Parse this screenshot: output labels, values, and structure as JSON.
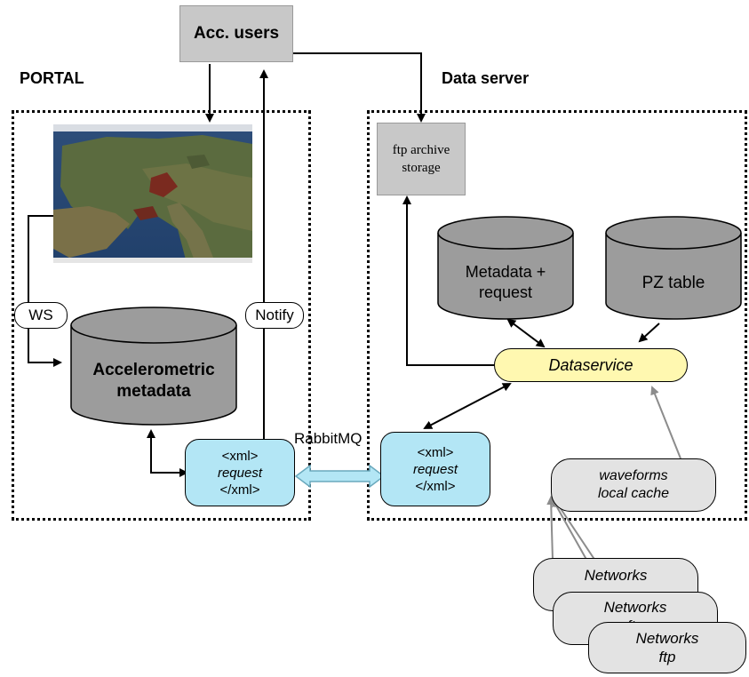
{
  "portal": {
    "title": "PORTAL"
  },
  "data_server": {
    "title": "Data server"
  },
  "acc_users": {
    "label": "Acc. users"
  },
  "ftp_archive": {
    "line1": "ftp archive",
    "line2": "storage"
  },
  "metadata_request": {
    "line1": "Metadata +",
    "line2": "request"
  },
  "pz_table": {
    "label": "PZ table"
  },
  "dataservice": {
    "label": "Dataservice"
  },
  "ws": {
    "label": "WS"
  },
  "notify": {
    "label": "Notify"
  },
  "accelerometric": {
    "line1": "Accelerometric",
    "line2": "metadata"
  },
  "rabbitmq": {
    "label": "RabbitMQ"
  },
  "xml_request_left": {
    "open": "<xml>",
    "mid": "request",
    "close": "</xml>"
  },
  "xml_request_right": {
    "open": "<xml>",
    "mid": "request",
    "close": "</xml>"
  },
  "waveforms": {
    "line1": "waveforms",
    "line2": "local cache"
  },
  "networks": [
    {
      "line1": "Networks",
      "line2": ""
    },
    {
      "line1": "Networks",
      "line2": "ftp"
    },
    {
      "line1": "Networks",
      "line2": "ftp"
    }
  ],
  "colors": {
    "cylinder": "#9c9c9c",
    "grey_box": "#c8c8c8",
    "xml_box": "#b3e6f5",
    "dataservice": "#fff8b0",
    "network_box": "#e3e3e3"
  }
}
